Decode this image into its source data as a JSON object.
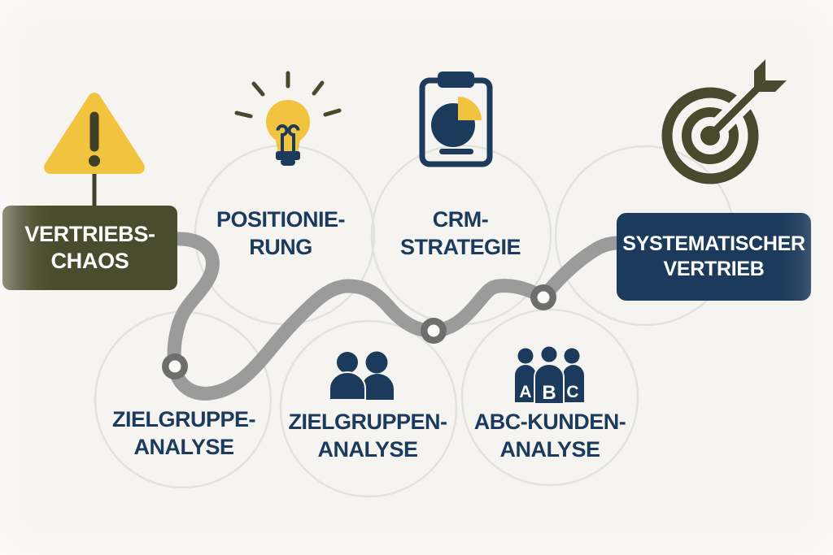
{
  "diagram": {
    "type": "process-infographic",
    "language": "de",
    "nodes": {
      "start": {
        "line1": "VERTRIEBS-",
        "line2": "CHAOS"
      },
      "end": {
        "line1": "SYSTEMATISCHER",
        "line2": "VERTRIEB"
      },
      "step_positionierung": {
        "line1": "POSITIONIE-",
        "line2": "RUNG"
      },
      "step_crm": {
        "line1": "CRM-",
        "line2": "STRATEGIE"
      },
      "step_zielgruppe": {
        "line1": "ZIELGRUPPE-",
        "line2": "ANALYSE"
      },
      "step_zielgruppen": {
        "line1": "ZIELGRUPPEN-",
        "line2": "ANALYSE"
      },
      "step_abc": {
        "line1": "ABC-KUNDEN-",
        "line2": "ANALYSE"
      }
    },
    "icons": {
      "start": "warning-triangle-icon",
      "positionierung": "lightbulb-icon",
      "crm": "clipboard-pie-chart-icon",
      "zielgruppen": "two-people-icon",
      "abc": "abc-customers-icon",
      "end": "target-arrow-icon"
    },
    "abc_letters": {
      "a": "A",
      "b": "B",
      "c": "C"
    },
    "colors": {
      "background": "#F6F4F0",
      "accent_yellow": "#F2C33F",
      "dark_olive": "#474A2C",
      "olive_box": "#4A4C2E",
      "navy": "#1C3A5C",
      "label_navy": "#1B3B5E",
      "path_gray": "#9B9B9B",
      "node_gray": "#6E6E6E",
      "circle_outline": "#E1E1DE",
      "text_light": "#FFFFFF"
    }
  }
}
